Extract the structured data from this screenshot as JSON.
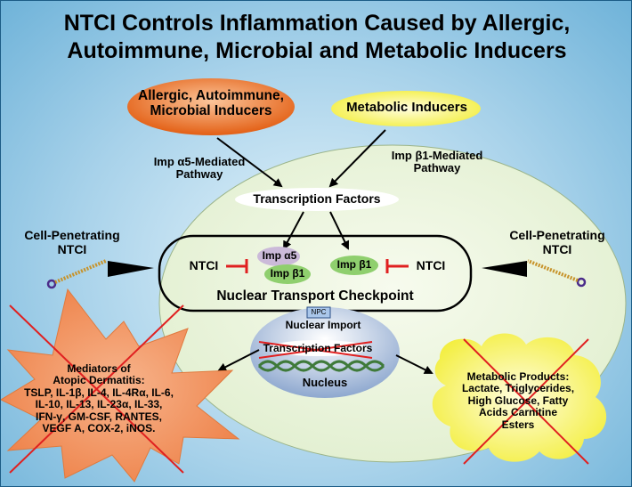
{
  "title_line1": "NTCI Controls Inflammation Caused by Allergic,",
  "title_line2": "Autoimmune, Microbial and Metabolic Inducers",
  "inducers": {
    "allergic": [
      "Allergic, Autoimmune,",
      "Microbial Inducers"
    ],
    "metabolic": "Metabolic Inducers"
  },
  "pathways": {
    "left": [
      "Imp α5-Mediated",
      "Pathway"
    ],
    "right": [
      "Imp β1-Mediated",
      "Pathway"
    ]
  },
  "transcription_factors": "Transcription Factors",
  "checkpoint": {
    "label": "Nuclear Transport Checkpoint",
    "imp_a5": "Imp α5",
    "imp_b1_left": "Imp β1",
    "imp_b1_right": "Imp β1",
    "ntci_left": "NTCI",
    "ntci_right": "NTCI"
  },
  "cell_penetrating": {
    "left": [
      "Cell-Penetrating",
      "NTCI"
    ],
    "right": [
      "Cell-Penetrating",
      "NTCI"
    ]
  },
  "npc": "NPC",
  "nuclear_import": "Nuclear Import",
  "nucleus": {
    "tf": "Transcription Factors",
    "label": "Nucleus"
  },
  "mediators": {
    "heading": [
      "Mediators of",
      "Atopic Dermatitis:"
    ],
    "lines": [
      "TSLP, IL-1β, IL-4, IL-4Rα, IL-6,",
      "IL-10, IL-13, IL-23α, IL-33,",
      "IFN-γ, GM-CSF, RANTES,",
      "VEGF A, COX-2, iNOS."
    ]
  },
  "metabolic_products": {
    "lines": [
      "Metabolic Products:",
      "Lactate, Triglycerides,",
      "High Glucose, Fatty",
      "Acids Carnitine",
      "Esters"
    ]
  },
  "colors": {
    "background": "#a8d2ea",
    "cell": "#eaf5de",
    "allergic_oval": "#e8722d",
    "metabolic_oval": "#f7f57a",
    "burst": "#f0915e",
    "blob": "#fff24a",
    "imp_a5": "#c9b8d9",
    "imp_b1": "#8fcf6e",
    "inhibitor": "#e02020",
    "cross": "#e02020"
  }
}
